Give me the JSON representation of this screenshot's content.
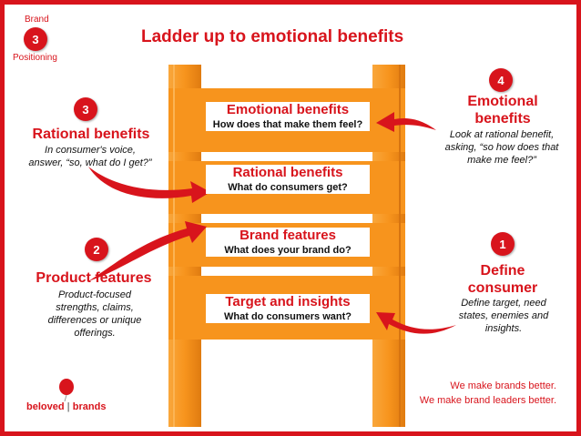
{
  "corner": {
    "top_label": "Brand",
    "number": "3",
    "bottom_label": "Positioning"
  },
  "title": "Ladder up to emotional benefits",
  "rungs": [
    {
      "title": "Emotional benefits",
      "question": "How does that make them feel?"
    },
    {
      "title": "Rational benefits",
      "question": "What do consumers get?"
    },
    {
      "title": "Brand features",
      "question": "What does your brand do?"
    },
    {
      "title": "Target and insights",
      "question": "What do consumers want?"
    }
  ],
  "steps": {
    "rational": {
      "number": "3",
      "heading": "Rational benefits",
      "line1": "In consumer's voice,",
      "line2": "answer, “so, what do I get?”"
    },
    "product": {
      "number": "2",
      "heading": "Product features",
      "line1": "Product-focused",
      "line2": "strengths, claims,",
      "line3": "differences  or unique",
      "line4": "offerings."
    },
    "emotional": {
      "number": "4",
      "heading_line1": "Emotional",
      "heading_line2": "benefits",
      "line1": "Look at rational benefit,",
      "line2": "asking, “so how does that",
      "line3": "make me feel?”"
    },
    "define": {
      "number": "1",
      "heading_line1": "Define",
      "heading_line2": "consumer",
      "line1": "Define target, need",
      "line2": "states, enemies and",
      "line3": "insights."
    }
  },
  "footer": {
    "logo_left": "beloved",
    "logo_right": "brands",
    "tagline1": "We make brands better.",
    "tagline2": "We make brand leaders better."
  },
  "colors": {
    "accent_red": "#d8141c",
    "ladder_orange": "#f7941d",
    "ladder_dark": "#e07b10"
  },
  "icons": [
    "curved-arrow-icon",
    "balloon-logo-icon"
  ]
}
